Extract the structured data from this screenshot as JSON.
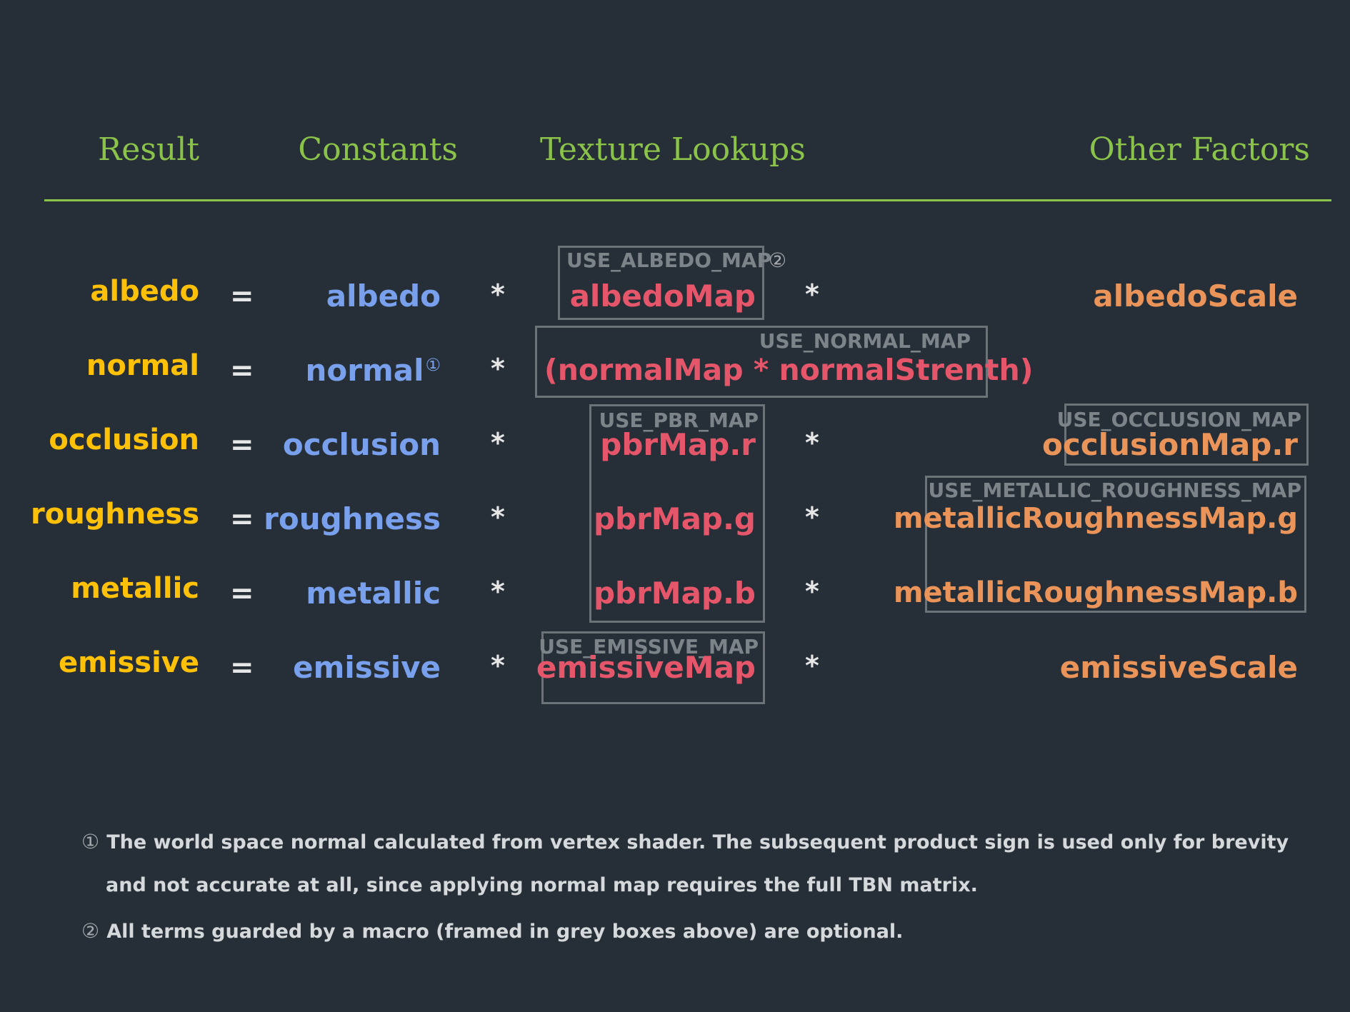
{
  "headers": {
    "result": "Result",
    "constants": "Constants",
    "texture": "Texture Lookups",
    "other": "Other Factors"
  },
  "rows": [
    {
      "result": "albedo",
      "constant": "albedo",
      "texture": "albedoMap",
      "other": "albedoScale"
    },
    {
      "result": "normal",
      "constant": "normal",
      "texture": "(normalMap * normalStrenth)",
      "other": ""
    },
    {
      "result": "occlusion",
      "constant": "occlusion",
      "texture": "pbrMap.r",
      "other": "occlusionMap.r"
    },
    {
      "result": "roughness",
      "constant": "roughness",
      "texture": "pbrMap.g",
      "other": "metallicRoughnessMap.g"
    },
    {
      "result": "metallic",
      "constant": "metallic",
      "texture": "pbrMap.b",
      "other": "metallicRoughnessMap.b"
    },
    {
      "result": "emissive",
      "constant": "emissive",
      "texture": "emissiveMap",
      "other": "emissiveScale"
    }
  ],
  "symbols": {
    "equals": "=",
    "times": "*"
  },
  "footnote_marks": {
    "one": "①",
    "two": "②"
  },
  "macros": {
    "albedo": "USE_ALBEDO_MAP",
    "normal": "USE_NORMAL_MAP",
    "pbr": "USE_PBR_MAP",
    "occlusion": "USE_OCCLUSION_MAP",
    "metallic_roughness": "USE_METALLIC_ROUGHNESS_MAP",
    "emissive": "USE_EMISSIVE_MAP"
  },
  "notes": {
    "note1_line1": "The world space normal calculated from vertex shader. The subsequent product sign is used only for brevity",
    "note1_line2": "and not accurate at all, since applying normal map requires the full TBN matrix.",
    "note2": "All terms guarded by a macro (framed in grey boxes above) are optional."
  },
  "colors": {
    "background": "#262f37",
    "header": "#8bc34a",
    "result": "#ffc107",
    "constant": "#79a0ec",
    "texture": "#e5566a",
    "other": "#ea9459",
    "macro": "#7c8389",
    "box_border": "#6b7278"
  }
}
